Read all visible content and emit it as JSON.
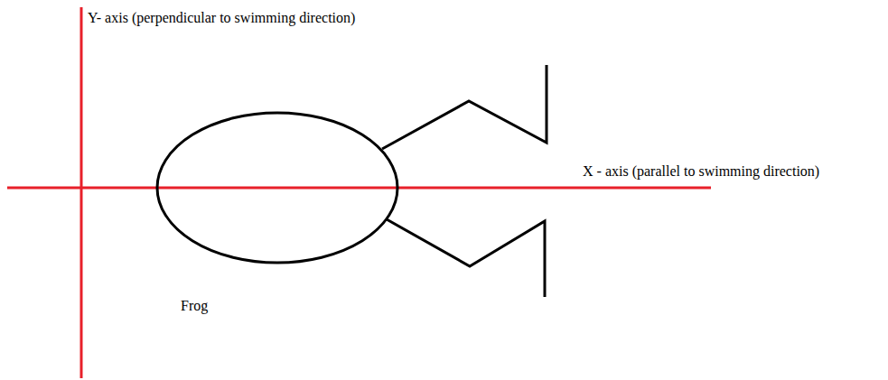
{
  "diagram": {
    "labels": [
      "Y- axis (perpendicular to swimming direction)",
      "X - axis (parallel to swimming direction)",
      "Frog"
    ]
  }
}
